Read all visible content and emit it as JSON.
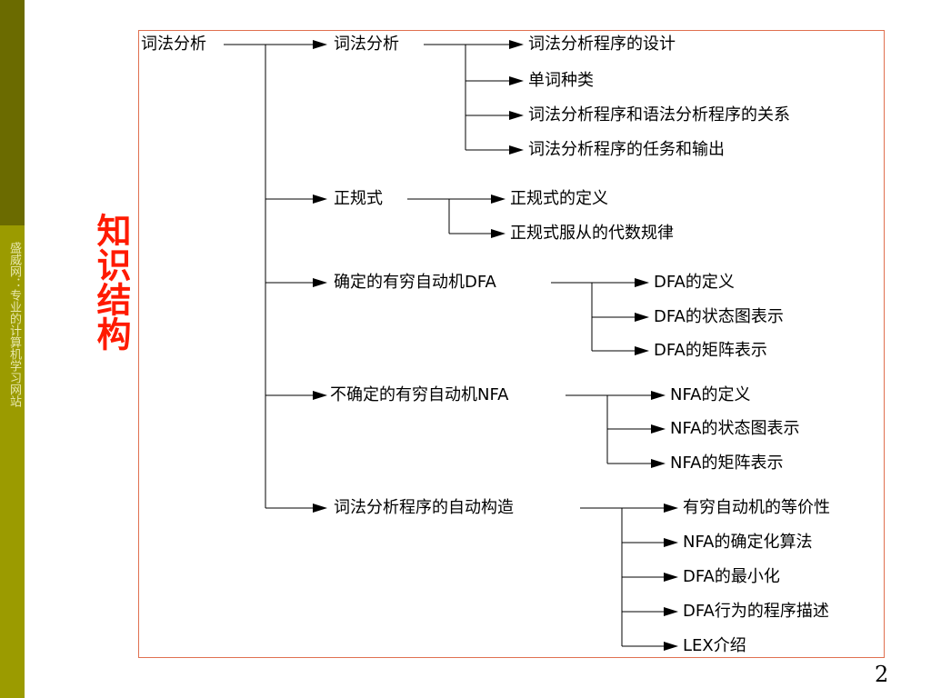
{
  "sidebar_text": "盛威网：专业的计算机学习网站",
  "slide_title": "知识结构",
  "page_number": "2",
  "colors": {
    "sidebar_top": "#6b6b00",
    "sidebar_bottom": "#9b9b00",
    "title": "#ff1a00",
    "frame": "#e07050"
  },
  "tree": {
    "root": "词法分析",
    "branches": [
      {
        "label": "词法分析",
        "children": [
          "词法分析程序的设计",
          "单词种类",
          "词法分析程序和语法分析程序的关系",
          "词法分析程序的任务和输出"
        ]
      },
      {
        "label": "正规式",
        "children": [
          "正规式的定义",
          "正规式服从的代数规律"
        ]
      },
      {
        "label": "确定的有穷自动机DFA",
        "children": [
          "DFA的定义",
          "DFA的状态图表示",
          "DFA的矩阵表示"
        ]
      },
      {
        "label": "不确定的有穷自动机NFA",
        "children": [
          "NFA的定义",
          "NFA的状态图表示",
          "NFA的矩阵表示"
        ]
      },
      {
        "label": "词法分析程序的自动构造",
        "children": [
          "有穷自动机的等价性",
          "NFA的确定化算法",
          "DFA的最小化",
          "DFA行为的程序描述",
          "LEX介绍"
        ]
      }
    ]
  }
}
